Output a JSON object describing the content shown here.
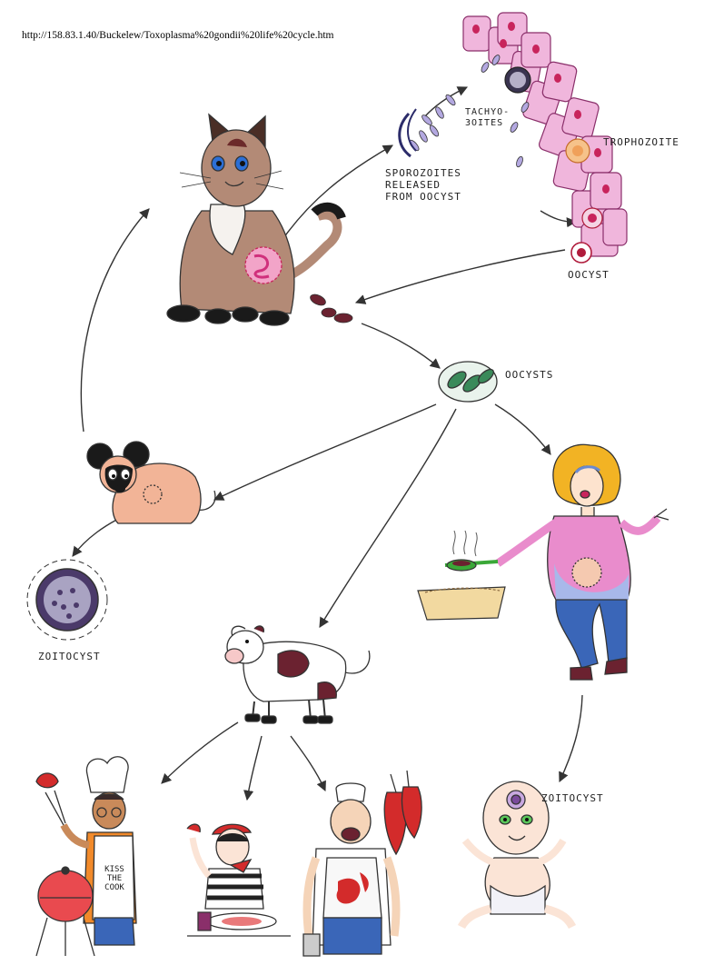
{
  "source_url": "http://158.83.1.40/Buckelew/Toxoplasma%20gondii%20life%20cycle.htm",
  "labels": {
    "tachyzoites": "TACHYO-\n3OITES",
    "trophozoite": "TROPHOZOITE",
    "sporozoites": "SPOROZOITES\nRELEASED\nFROM OOCYST",
    "oocyst": "OOCYST",
    "oocysts": "OOCYSTS",
    "zoitocyst_mouse": "ZOITOCYST",
    "zoitocyst_baby": "ZOITOCYST",
    "apron": "KISS\nTHE\nCOOK"
  },
  "nodes": [
    {
      "id": "cat",
      "icon": "cat-icon"
    },
    {
      "id": "intestine-cells",
      "icon": "intestinal-epithelium-icon"
    },
    {
      "id": "feces",
      "icon": "feces-icon"
    },
    {
      "id": "oocysts",
      "icon": "oocyst-dish-icon"
    },
    {
      "id": "mouse",
      "icon": "mouse-icon"
    },
    {
      "id": "mouse-cyst",
      "icon": "zoitocyst-icon"
    },
    {
      "id": "pregnant-woman",
      "icon": "pregnant-woman-icon"
    },
    {
      "id": "litter-box",
      "icon": "litter-box-icon"
    },
    {
      "id": "baby",
      "icon": "baby-icon"
    },
    {
      "id": "cow",
      "icon": "cow-icon"
    },
    {
      "id": "griller",
      "icon": "grill-cook-icon"
    },
    {
      "id": "french-diner",
      "icon": "mime-diner-icon"
    },
    {
      "id": "butcher",
      "icon": "butcher-icon"
    }
  ],
  "colors": {
    "cell_pink": "#f0b6dc",
    "cell_outline": "#8a2f6a",
    "cat_brown": "#b38a76",
    "gut_magenta": "#d0307c",
    "oocyst_green": "#3a8a5a",
    "woman_shirt": "#e98ccc",
    "woman_hair": "#f2b324",
    "jeans_blue": "#3a66b8",
    "grill_red": "#e94a4f",
    "meat_red": "#d32b2b",
    "cow_spot": "#6b2230",
    "cyst_purple": "#4b3a6a"
  }
}
